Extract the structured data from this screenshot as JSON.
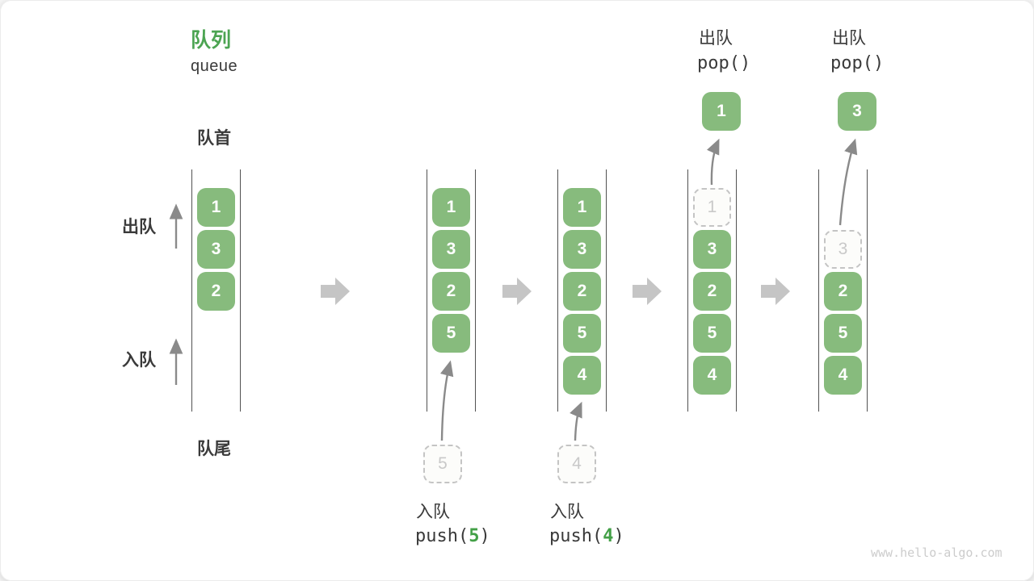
{
  "header": {
    "title_zh": "队列",
    "title_en": "queue"
  },
  "side_labels": {
    "front": "队首",
    "rear": "队尾",
    "dequeue": "出队",
    "enqueue": "入队"
  },
  "colors": {
    "title_green": "#4CA452",
    "box_green": "#87BB7D",
    "accent_green": "#43A047",
    "text_dark": "#3A3A3A",
    "line_gray": "#525252",
    "arrow_gray": "#8A8A8A",
    "block_arrow_gray": "#C5C5C5",
    "dashed_border": "#C4C4C4",
    "watermark_gray": "#CCCCCC"
  },
  "diagram": {
    "slot_count": 5,
    "states": [
      {
        "name": "initial",
        "cells": [
          {
            "value": "1",
            "slot": 0,
            "style": "solid"
          },
          {
            "value": "3",
            "slot": 1,
            "style": "solid"
          },
          {
            "value": "2",
            "slot": 2,
            "style": "solid"
          }
        ]
      },
      {
        "name": "after-push-5",
        "cells": [
          {
            "value": "1",
            "slot": 0,
            "style": "solid"
          },
          {
            "value": "3",
            "slot": 1,
            "style": "solid"
          },
          {
            "value": "2",
            "slot": 2,
            "style": "solid"
          },
          {
            "value": "5",
            "slot": 3,
            "style": "solid"
          }
        ]
      },
      {
        "name": "after-push-4",
        "cells": [
          {
            "value": "1",
            "slot": 0,
            "style": "solid"
          },
          {
            "value": "3",
            "slot": 1,
            "style": "solid"
          },
          {
            "value": "2",
            "slot": 2,
            "style": "solid"
          },
          {
            "value": "5",
            "slot": 3,
            "style": "solid"
          },
          {
            "value": "4",
            "slot": 4,
            "style": "solid"
          }
        ]
      },
      {
        "name": "pop-first",
        "cells": [
          {
            "value": "1",
            "slot": 0,
            "style": "dashed"
          },
          {
            "value": "3",
            "slot": 1,
            "style": "solid"
          },
          {
            "value": "2",
            "slot": 2,
            "style": "solid"
          },
          {
            "value": "5",
            "slot": 3,
            "style": "solid"
          },
          {
            "value": "4",
            "slot": 4,
            "style": "solid"
          }
        ]
      },
      {
        "name": "pop-second",
        "cells": [
          {
            "value": "3",
            "slot": 1,
            "style": "dashed"
          },
          {
            "value": "2",
            "slot": 2,
            "style": "solid"
          },
          {
            "value": "5",
            "slot": 3,
            "style": "solid"
          },
          {
            "value": "4",
            "slot": 4,
            "style": "solid"
          }
        ]
      }
    ]
  },
  "operations": {
    "push_5": {
      "label": "入队",
      "code_before": "push(",
      "arg": "5",
      "code_after": ")",
      "staged_value": "5"
    },
    "push_4": {
      "label": "入队",
      "code_before": "push(",
      "arg": "4",
      "code_after": ")",
      "staged_value": "4"
    },
    "pop_first": {
      "label": "出队",
      "code": "pop()",
      "popped_value": "1"
    },
    "pop_second": {
      "label": "出队",
      "code": "pop()",
      "popped_value": "3"
    }
  },
  "watermark": "www.hello-algo.com"
}
